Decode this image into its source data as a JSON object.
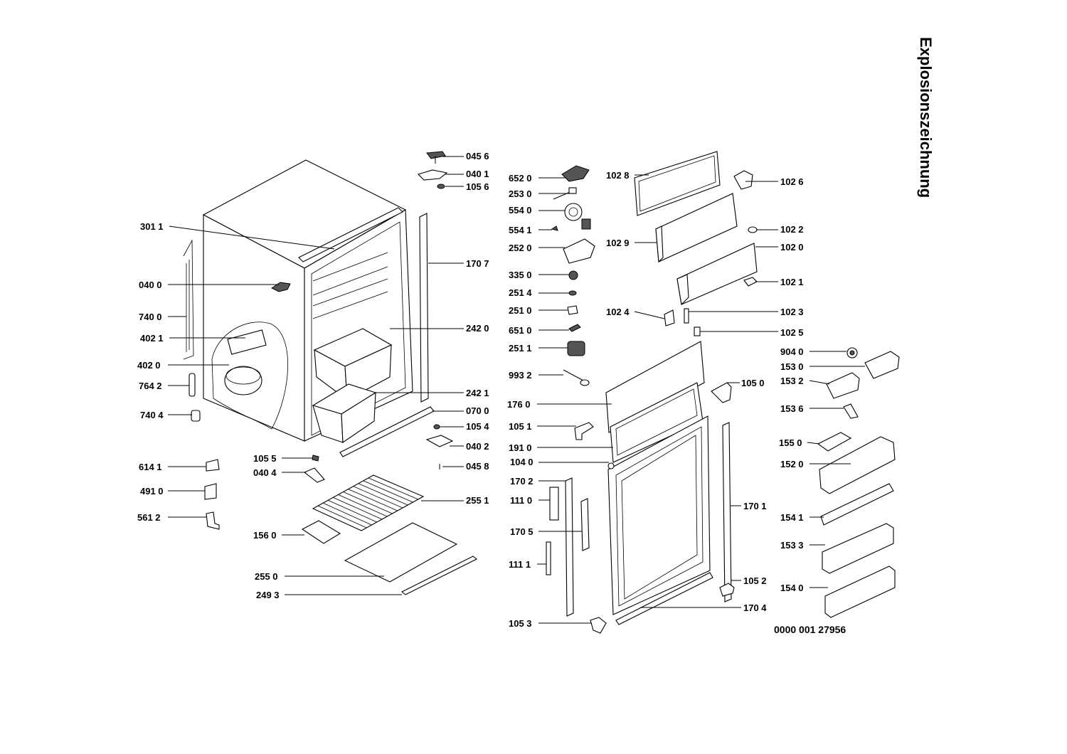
{
  "title": "Explosionszeichnung",
  "document_number": "0000 001 27956",
  "callouts": {
    "c0456": "045 6",
    "c0401": "040 1",
    "c1056": "105 6",
    "c3011": "301 1",
    "c1707": "170 7",
    "c0400": "040 0",
    "c7400": "740 0",
    "c4021": "402 1",
    "c4020": "402 0",
    "c7642": "764 2",
    "c7404": "740 4",
    "c2420": "242 0",
    "c2421": "242 1",
    "c0700": "070 0",
    "c1054": "105 4",
    "c0402": "040 2",
    "c0458": "045 8",
    "c1055": "105 5",
    "c0404": "040 4",
    "c6141": "614 1",
    "c4910": "491 0",
    "c5612": "561 2",
    "c2551": "255 1",
    "c1560": "156 0",
    "c2550": "255 0",
    "c2493": "249 3",
    "c6520": "652 0",
    "c2530": "253 0",
    "c5540": "554 0",
    "c5541": "554 1",
    "c2520": "252 0",
    "c3350": "335 0",
    "c2514": "251 4",
    "c2510": "251 0",
    "c6510": "651 0",
    "c2511": "251 1",
    "c9932": "993 2",
    "c1028": "102 8",
    "c1029": "102 9",
    "c1026": "102 6",
    "c1022": "102 2",
    "c1020": "102 0",
    "c1021": "102 1",
    "c1024": "102 4",
    "c1023": "102 3",
    "c1025": "102 5",
    "c1760": "176 0",
    "c1051": "105 1",
    "c1910": "191 0",
    "c1040": "104 0",
    "c1050": "105 0",
    "c1702": "170 2",
    "c1110": "111 0",
    "c1705": "170 5",
    "c1111": "111 1",
    "c1053": "105 3",
    "c1701": "170 1",
    "c1052": "105 2",
    "c1704": "170 4",
    "c9040": "904 0",
    "c1530": "153 0",
    "c1532": "153 2",
    "c1536": "153 6",
    "c1550": "155 0",
    "c1520": "152 0",
    "c1541": "154 1",
    "c1533": "153 3",
    "c1540": "154 0"
  }
}
